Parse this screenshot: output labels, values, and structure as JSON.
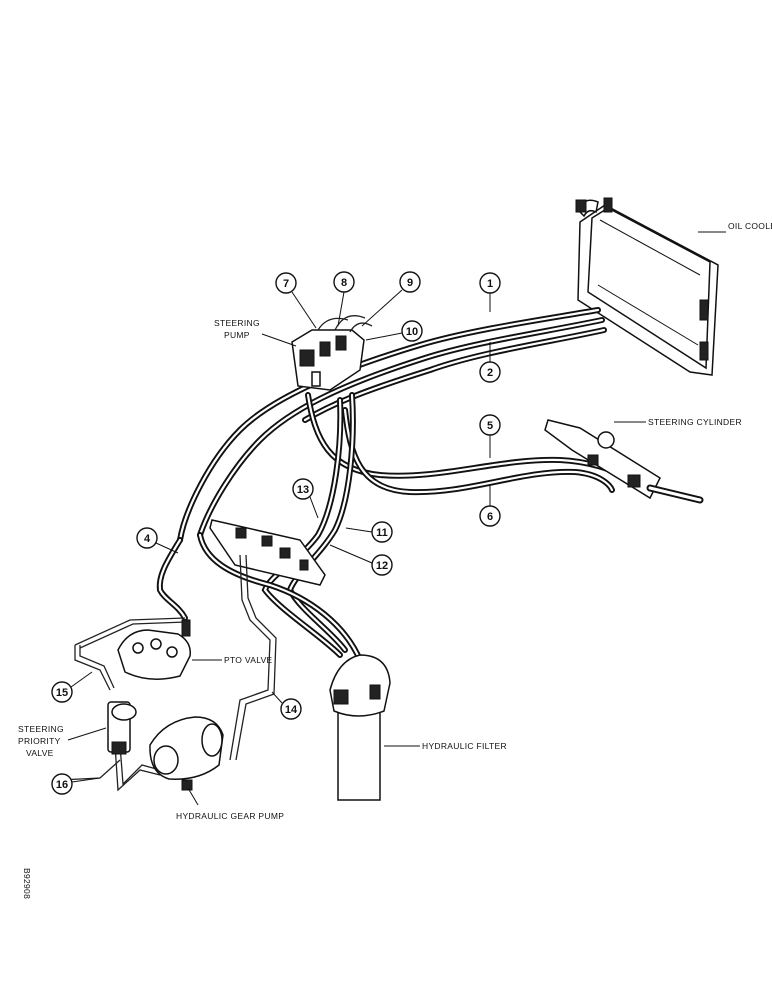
{
  "labels": {
    "oil_cooler": "OIL COOLER",
    "steering_pump_1": "STEERING",
    "steering_pump_2": "PUMP",
    "steering_cylinder": "STEERING CYLINDER",
    "pto_valve": "PTO VALVE",
    "steering_priority_1": "STEERING",
    "steering_priority_2": "PRIORITY",
    "steering_priority_3": "VALVE",
    "hydraulic_filter": "HYDRAULIC FILTER",
    "hydraulic_gear_pump": "HYDRAULIC GEAR PUMP",
    "figure_code": "B92908"
  },
  "callouts": [
    "1",
    "2",
    "4",
    "5",
    "6",
    "7",
    "8",
    "9",
    "10",
    "11",
    "12",
    "13",
    "14",
    "15",
    "16"
  ],
  "icons": [
    "oil-cooler",
    "steering-pump",
    "steering-cylinder",
    "pto-valve",
    "steering-priority-valve",
    "hydraulic-gear-pump",
    "hydraulic-filter",
    "manifold"
  ]
}
